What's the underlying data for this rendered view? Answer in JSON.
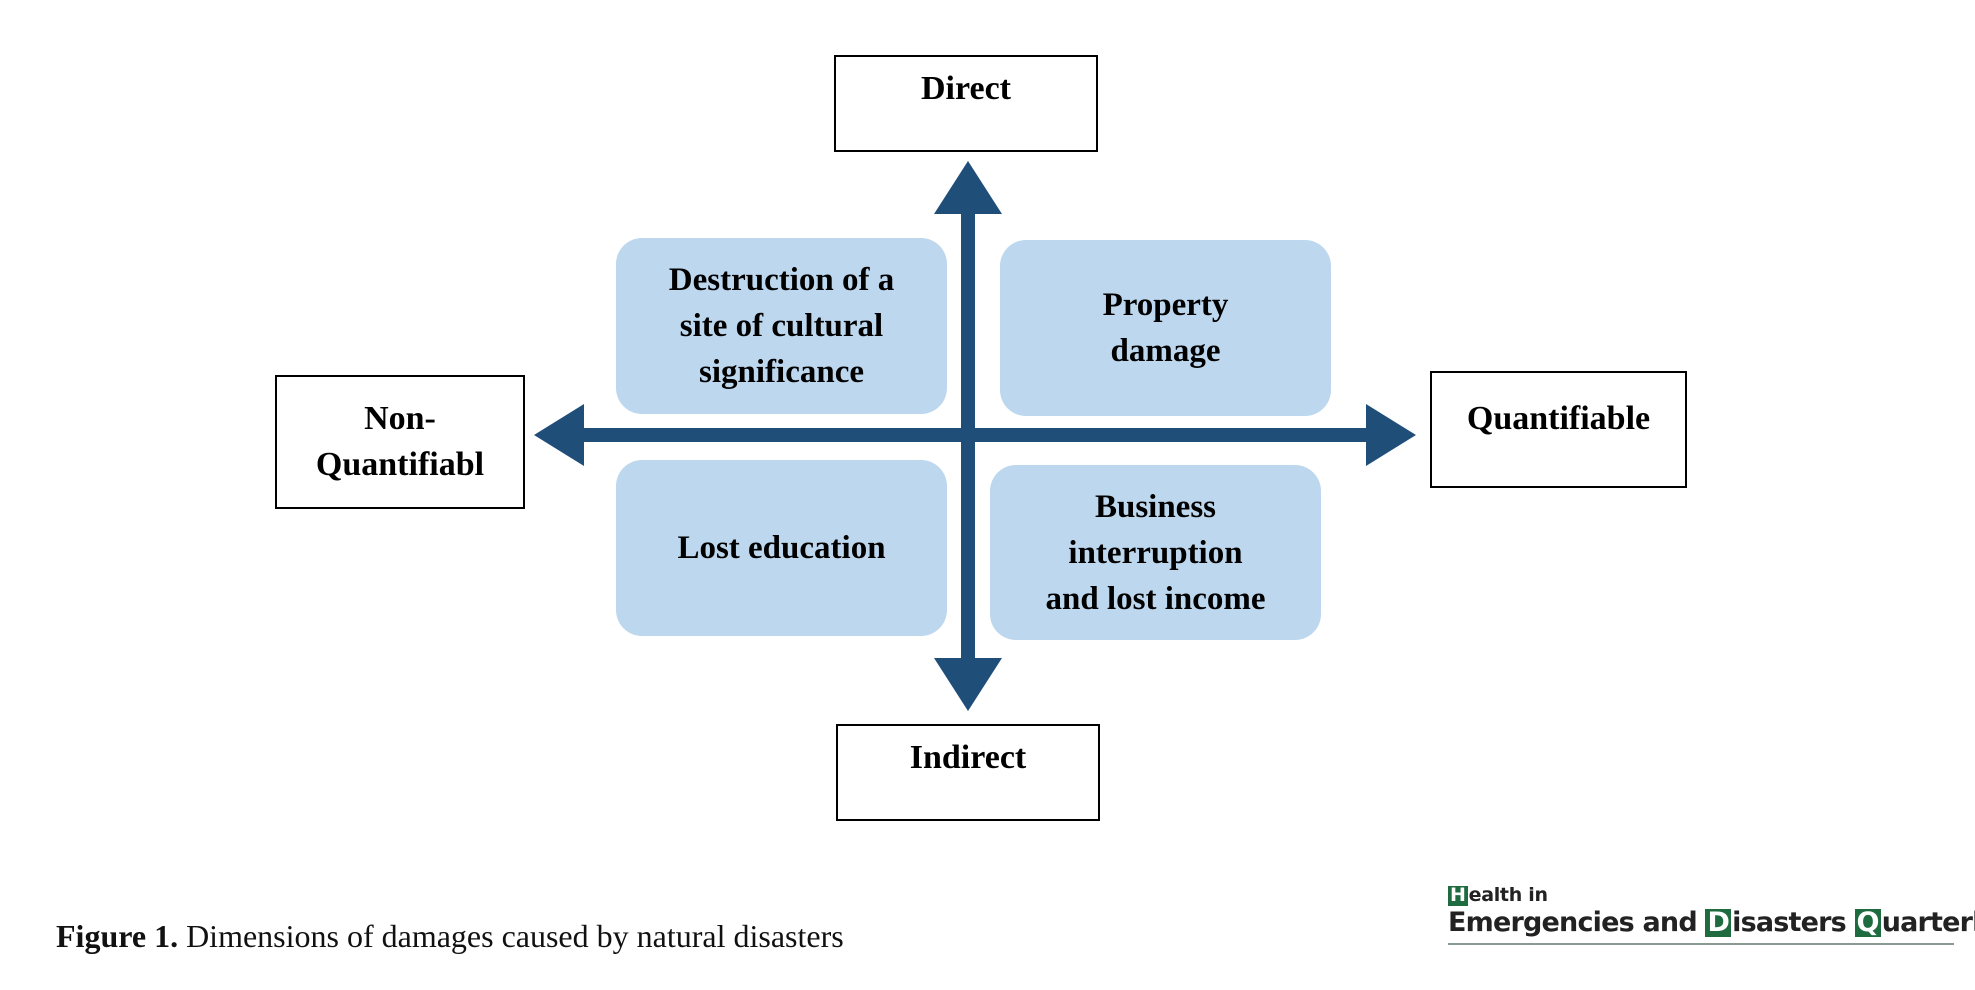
{
  "diagram": {
    "axes": {
      "top": "Direct",
      "bottom": "Indirect",
      "left": "Non-\nQuantifiabl",
      "right": "Quantifiable"
    },
    "quadrants": {
      "top_left": "Destruction of a\nsite of cultural\nsignificance",
      "top_right": "Property\ndamage",
      "bottom_left": "Lost education",
      "bottom_right": "Business\ninterruption\nand lost income"
    },
    "colors": {
      "arrow": "#1f4e79",
      "quadrant_fill": "#bdd7ee",
      "logo_accent": "#1f6b40"
    }
  },
  "caption": {
    "label": "Figure 1.",
    "text": "Dimensions of damages caused by natural disasters"
  },
  "logo": {
    "line1_initial": "H",
    "line1_rest": "ealth in",
    "w1": "Emergencies and ",
    "w2_initial": "D",
    "w2_rest": "isasters ",
    "w3_initial": "Q",
    "w3_rest": "uarterly"
  }
}
